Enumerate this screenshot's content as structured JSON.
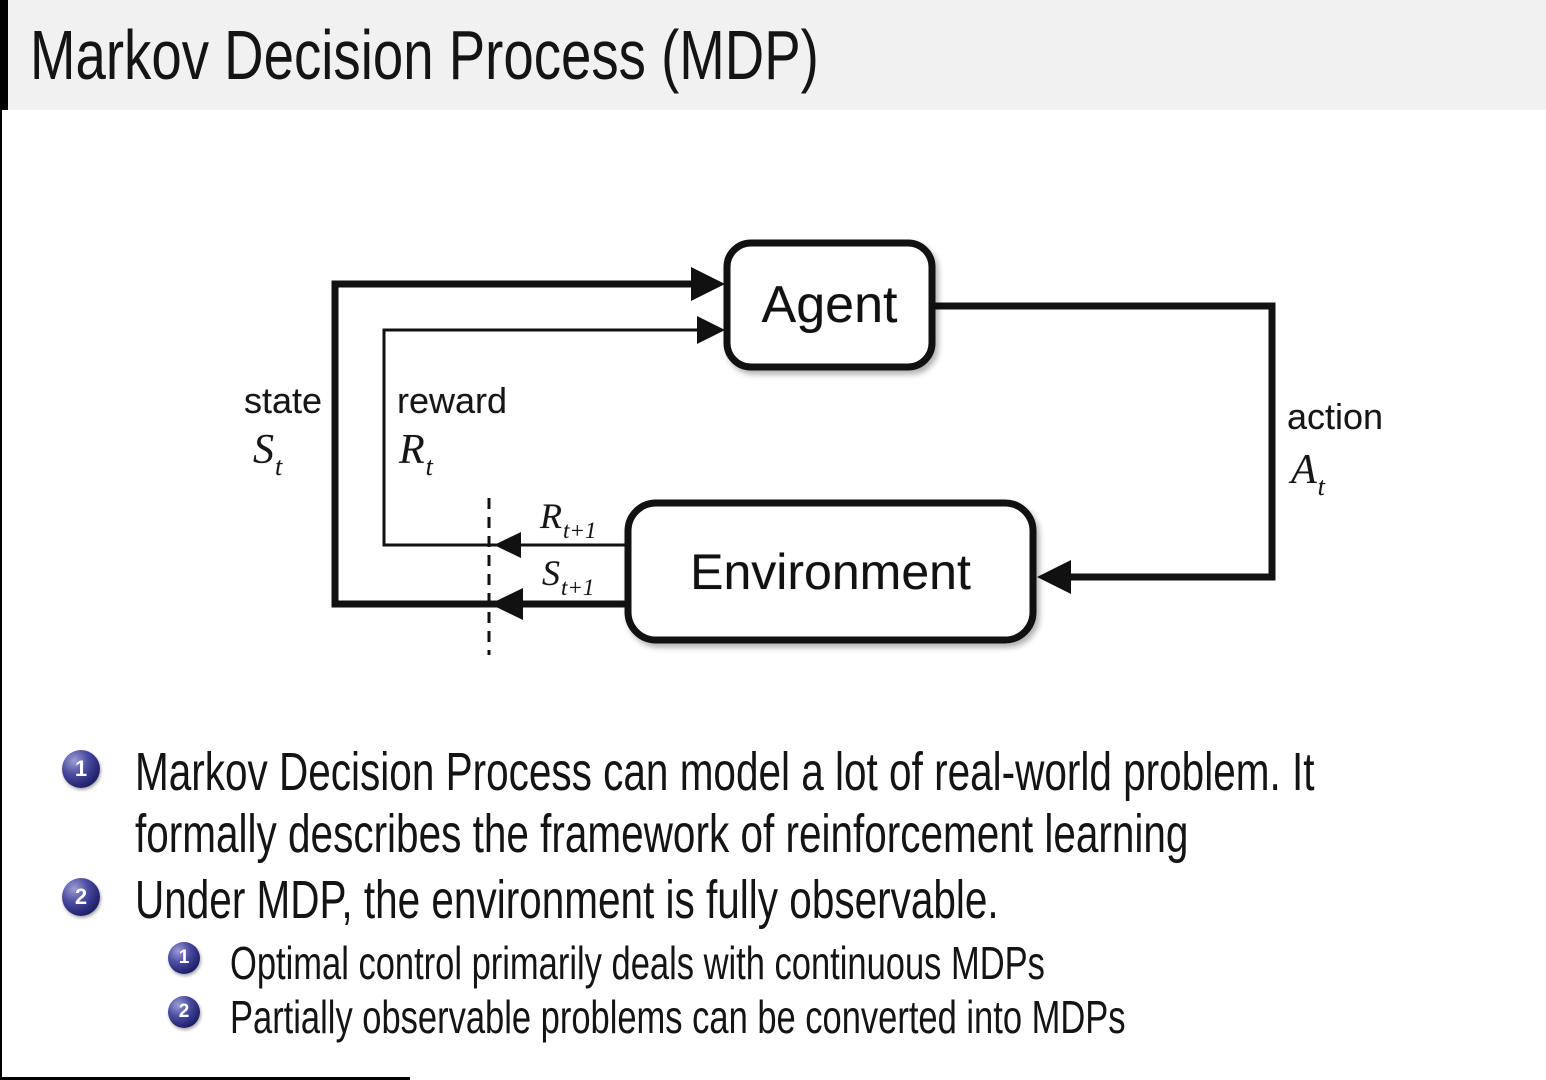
{
  "slide": {
    "title": "Markov Decision Process (MDP)"
  },
  "diagram": {
    "agent": "Agent",
    "environment": "Environment",
    "state": {
      "label": "state",
      "symbol": "S",
      "sub": "t"
    },
    "reward": {
      "label": "reward",
      "symbol": "R",
      "sub": "t"
    },
    "action": {
      "label": "action",
      "symbol": "A",
      "sub": "t"
    },
    "next_reward": {
      "symbol": "R",
      "sub": "t+1"
    },
    "next_state": {
      "symbol": "S",
      "sub": "t+1"
    }
  },
  "bullets": {
    "items": [
      {
        "num": "1",
        "text": "Markov Decision Process can model a lot of real-world problem. It\nformally describes the framework of reinforcement learning"
      },
      {
        "num": "2",
        "text": "Under MDP, the environment is fully observable.",
        "subitems": [
          {
            "num": "1",
            "text": "Optimal control primarily deals with continuous MDPs"
          },
          {
            "num": "2",
            "text": "Partially observable problems can be converted into MDPs"
          }
        ]
      }
    ]
  },
  "colors": {
    "title_bar_bg": "#f1f1f1",
    "slide_bg": "#ffffff",
    "ink": "#111111",
    "ball_dark": "#1e1e6a",
    "ball_highlight": "#9c9cd4",
    "edge_line": "#000000"
  }
}
